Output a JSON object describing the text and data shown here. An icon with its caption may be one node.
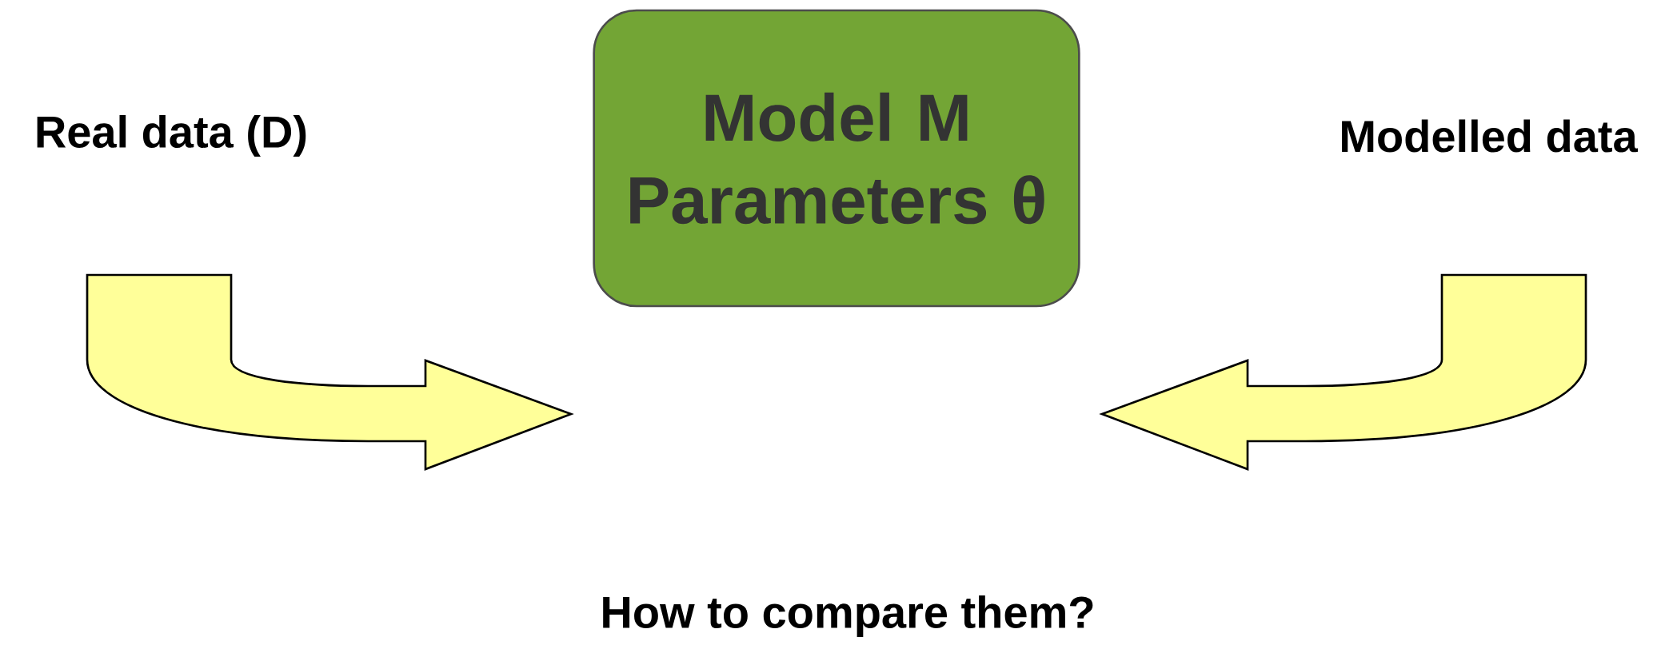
{
  "diagram": {
    "nodes": [
      {
        "text": [
          "Model M Parameters θ"
        ]
      },
      {
        "text": [],
        "shape": "arrow"
      },
      {
        "text": [],
        "shape": "arrow"
      }
    ],
    "labels": [
      "Real data (D)",
      "Modelled data",
      "How to compare them?"
    ]
  }
}
